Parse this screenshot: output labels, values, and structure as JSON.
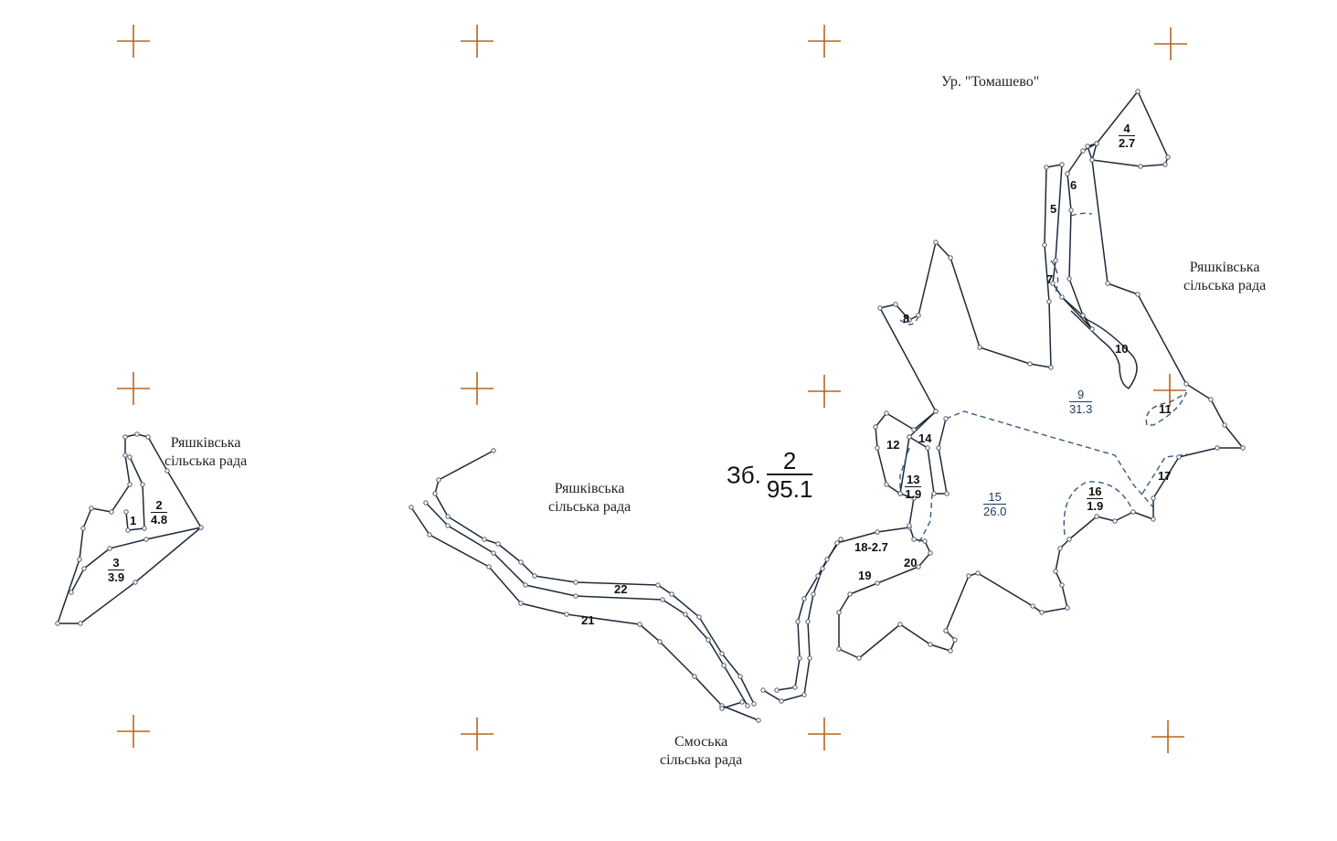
{
  "map": {
    "total": {
      "prefix": "Зб.",
      "number": "2",
      "area": "95.1"
    },
    "place_labels": [
      {
        "line1": "Ур. \"Томашево\""
      },
      {
        "line1": "Ряшківська",
        "line2": "сільська рада"
      },
      {
        "line1": "Ряшківська",
        "line2": "сільська рада"
      },
      {
        "line1": "Ряшківська",
        "line2": "сільська рада"
      },
      {
        "line1": "Смоська",
        "line2": "сільська рада"
      }
    ],
    "parcels": [
      {
        "id": "1"
      },
      {
        "id": "2",
        "area": "4.8"
      },
      {
        "id": "3",
        "area": "3.9"
      },
      {
        "id": "4",
        "area": "2.7"
      },
      {
        "id": "5"
      },
      {
        "id": "6"
      },
      {
        "id": "7"
      },
      {
        "id": "8"
      },
      {
        "id": "9",
        "area": "31.3"
      },
      {
        "id": "10"
      },
      {
        "id": "11"
      },
      {
        "id": "12"
      },
      {
        "id": "13",
        "area": "1.9"
      },
      {
        "id": "14"
      },
      {
        "id": "15",
        "area": "26.0"
      },
      {
        "id": "16",
        "area": "1.9"
      },
      {
        "id": "17"
      },
      {
        "id": "18",
        "label": "18-2.7"
      },
      {
        "id": "19"
      },
      {
        "id": "20"
      },
      {
        "id": "21"
      },
      {
        "id": "22"
      }
    ],
    "colors": {
      "line": "#1c2a3a",
      "grid_cross": "#b8651c",
      "dashed": "#3a5a80"
    }
  }
}
